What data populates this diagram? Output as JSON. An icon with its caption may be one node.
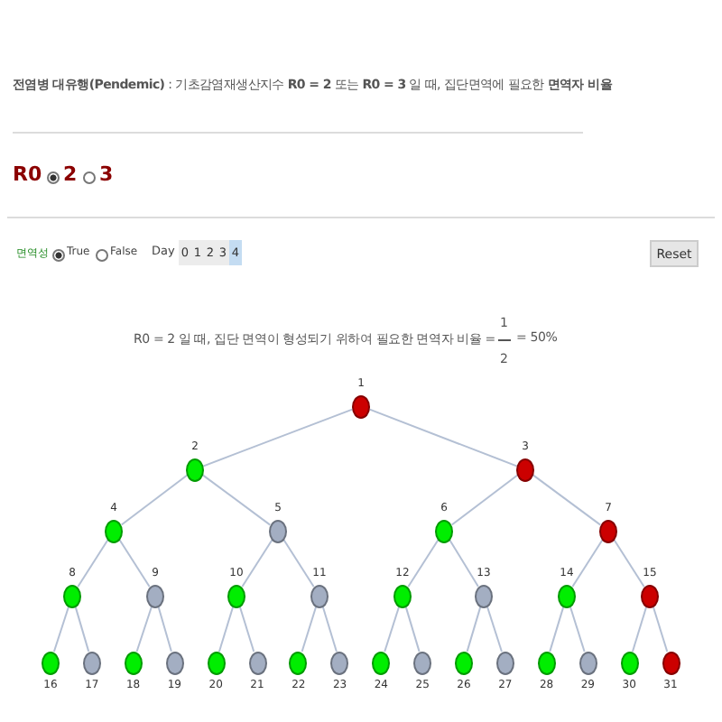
{
  "diagram": {
    "nodes": [
      {
        "text": [],
        "shape": "circle",
        "beside": [
          "1"
        ]
      },
      {
        "text": [],
        "shape": "circle",
        "beside": [
          "2"
        ]
      },
      {
        "text": [],
        "shape": "circle",
        "beside": [
          "3"
        ]
      },
      {
        "text": [],
        "shape": "circle",
        "beside": [
          "4"
        ]
      },
      {
        "text": [],
        "shape": "circle",
        "beside": [
          "5"
        ]
      },
      {
        "text": [],
        "shape": "circle",
        "beside": [
          "6"
        ]
      },
      {
        "text": [],
        "shape": "circle",
        "beside": [
          "7"
        ]
      },
      {
        "text": [],
        "shape": "circle",
        "beside": [
          "8"
        ]
      },
      {
        "text": [],
        "shape": "circle",
        "beside": [
          "9"
        ]
      },
      {
        "text": [],
        "shape": "circle",
        "beside": [
          "10"
        ]
      },
      {
        "text": [],
        "shape": "circle",
        "beside": [
          "11"
        ]
      },
      {
        "text": [],
        "shape": "circle",
        "beside": [
          "12"
        ]
      },
      {
        "text": [],
        "shape": "circle",
        "beside": [
          "13"
        ]
      },
      {
        "text": [],
        "shape": "circle",
        "beside": [
          "14"
        ]
      },
      {
        "text": [],
        "shape": "circle",
        "beside": [
          "15"
        ]
      },
      {
        "text": [],
        "shape": "circle",
        "beside": [
          "16"
        ]
      },
      {
        "text": [],
        "shape": "circle",
        "beside": [
          "17"
        ]
      },
      {
        "text": [],
        "shape": "circle",
        "beside": [
          "18"
        ]
      },
      {
        "text": [],
        "shape": "circle",
        "beside": [
          "19"
        ]
      },
      {
        "text": [],
        "shape": "circle",
        "beside": [
          "20"
        ]
      },
      {
        "text": [],
        "shape": "circle",
        "beside": [
          "21"
        ]
      },
      {
        "text": [],
        "shape": "circle",
        "beside": [
          "22"
        ]
      },
      {
        "text": [],
        "shape": "circle",
        "beside": [
          "23"
        ]
      },
      {
        "text": [],
        "shape": "circle",
        "beside": [
          "24"
        ]
      },
      {
        "text": [],
        "shape": "circle",
        "beside": [
          "25"
        ]
      },
      {
        "text": [],
        "shape": "circle",
        "beside": [
          "26"
        ]
      },
      {
        "text": [],
        "shape": "circle",
        "beside": [
          "27"
        ]
      },
      {
        "text": [],
        "shape": "circle",
        "beside": [
          "28"
        ]
      },
      {
        "text": [],
        "shape": "circle",
        "beside": [
          "29"
        ]
      },
      {
        "text": [],
        "shape": "circle",
        "beside": [
          "30"
        ]
      },
      {
        "text": [],
        "shape": "circle",
        "beside": [
          "31"
        ]
      }
    ],
    "edges": [
      {
        "from": 0,
        "to": 1,
        "arrow": "none"
      },
      {
        "from": 0,
        "to": 2,
        "arrow": "none"
      },
      {
        "from": 1,
        "to": 3,
        "arrow": "none"
      },
      {
        "from": 1,
        "to": 4,
        "arrow": "none"
      },
      {
        "from": 2,
        "to": 5,
        "arrow": "none"
      },
      {
        "from": 2,
        "to": 6,
        "arrow": "none"
      },
      {
        "from": 3,
        "to": 7,
        "arrow": "none"
      },
      {
        "from": 3,
        "to": 8,
        "arrow": "none"
      },
      {
        "from": 4,
        "to": 9,
        "arrow": "none"
      },
      {
        "from": 4,
        "to": 10,
        "arrow": "none"
      },
      {
        "from": 5,
        "to": 11,
        "arrow": "none"
      },
      {
        "from": 5,
        "to": 12,
        "arrow": "none"
      },
      {
        "from": 6,
        "to": 13,
        "arrow": "none"
      },
      {
        "from": 6,
        "to": 14,
        "arrow": "none"
      },
      {
        "from": 7,
        "to": 15,
        "arrow": "none"
      },
      {
        "from": 7,
        "to": 16,
        "arrow": "none"
      },
      {
        "from": 8,
        "to": 17,
        "arrow": "none"
      },
      {
        "from": 8,
        "to": 18,
        "arrow": "none"
      },
      {
        "from": 9,
        "to": 19,
        "arrow": "none"
      },
      {
        "from": 9,
        "to": 20,
        "arrow": "none"
      },
      {
        "from": 10,
        "to": 21,
        "arrow": "none"
      },
      {
        "from": 10,
        "to": 22,
        "arrow": "none"
      },
      {
        "from": 11,
        "to": 23,
        "arrow": "none"
      },
      {
        "from": 11,
        "to": 24,
        "arrow": "none"
      },
      {
        "from": 12,
        "to": 25,
        "arrow": "none"
      },
      {
        "from": 12,
        "to": 26,
        "arrow": "none"
      },
      {
        "from": 13,
        "to": 27,
        "arrow": "none"
      },
      {
        "from": 13,
        "to": 28,
        "arrow": "none"
      },
      {
        "from": 14,
        "to": 29,
        "arrow": "none"
      },
      {
        "from": 14,
        "to": 30,
        "arrow": "none"
      }
    ],
    "labels": [
      "**전염병 대유행(Pendemic)** : 기초감염재생산지수 **R0 = 2** 또는 **R0 = 3** 일 때, 집단면역에 필요한 **면역자 비율**",
      "R0",
      "2",
      "3",
      "면역성",
      "True",
      "False",
      "Day",
      "0",
      "1",
      "2",
      "3",
      "4",
      "Reset",
      "R0 = 2 일 때, 집단 면역이 형성되기 위하여 필요한 면역자 비율 =",
      "1",
      "2",
      "= 50%"
    ]
  }
}
